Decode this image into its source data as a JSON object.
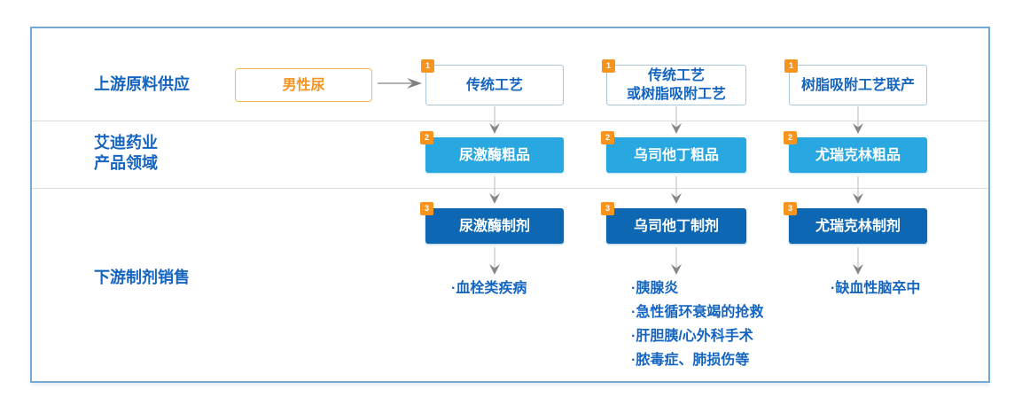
{
  "colors": {
    "panel_border": "#74a9d3",
    "divider": "#dcdcdc",
    "label_blue": "#1565c0",
    "crude_box_blue": "#29a7e0",
    "formulation_box_blue": "#0e67b2",
    "badge_orange": "#f7941e",
    "source_border_gold": "#f2bc4b",
    "source_text_orange": "#f7941e",
    "arrow_gray": "#8a8a8a"
  },
  "row_labels": {
    "upstream": "上游原料供应",
    "company_line1": "艾迪药业",
    "company_line2": "产品领域",
    "downstream": "下游制剂销售"
  },
  "source": {
    "label": "男性尿"
  },
  "columns": [
    {
      "step1": {
        "badge": "1",
        "label": "传统工艺"
      },
      "step2": {
        "badge": "2",
        "label": "尿激酶粗品"
      },
      "step3": {
        "badge": "3",
        "label": "尿激酶制剂"
      },
      "indications": [
        "·血栓类疾病"
      ]
    },
    {
      "step1": {
        "badge": "1",
        "label": "传统工艺\n或树脂吸附工艺"
      },
      "step2": {
        "badge": "2",
        "label": "乌司他丁粗品"
      },
      "step3": {
        "badge": "3",
        "label": "乌司他丁制剂"
      },
      "indications": [
        "·胰腺炎",
        "·急性循环衰竭的抢救",
        "·肝胆胰/心外科手术",
        "·脓毒症、肺损伤等"
      ]
    },
    {
      "step1": {
        "badge": "1",
        "label": "树脂吸附工艺联产"
      },
      "step2": {
        "badge": "2",
        "label": "尤瑞克林粗品"
      },
      "step3": {
        "badge": "3",
        "label": "尤瑞克林制剂"
      },
      "indications": [
        "·缺血性脑卒中"
      ]
    }
  ]
}
